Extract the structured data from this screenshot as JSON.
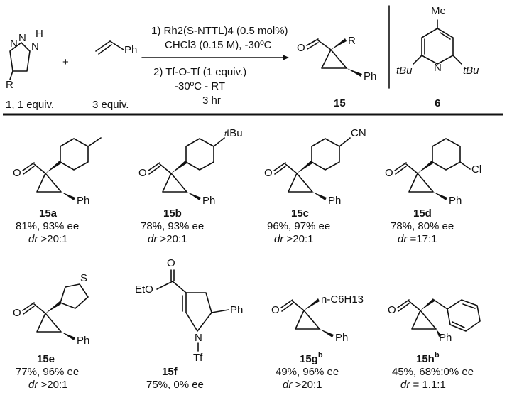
{
  "header": {
    "reactant1_label": "1",
    "reactant1_equiv": ", 1 equiv.",
    "reactant1_substituent": "R",
    "reactant2_equiv": "3 equiv.",
    "plus": "+",
    "step1_line1": "1) Rh2(S-NTTL)4 (0.5 mol%)",
    "step1_line2": "CHCl3 (0.15 M), -30ºC",
    "step2_line1": "2) Tf-O-Tf (1 equiv.)",
    "step2_line2": "-30ºC - RT",
    "step2_line3": "3 hr",
    "product_label": "15",
    "base_label": "6",
    "base_substituent_top": "Me",
    "base_substituent_left": "tBu",
    "base_substituent_right": "tBu"
  },
  "products": [
    {
      "label": "15a",
      "yield_ee": "81%, 93% ee",
      "dr": ">20:1"
    },
    {
      "label": "15b",
      "yield_ee": "78%, 93% ee",
      "dr": ">20:1",
      "substituent": "tBu"
    },
    {
      "label": "15c",
      "yield_ee": "96%, 97% ee",
      "dr": ">20:1",
      "substituent": "CN"
    },
    {
      "label": "15d",
      "yield_ee": "78%, 80% ee",
      "dr": "=17:1",
      "substituent": "Cl"
    },
    {
      "label": "15e",
      "yield_ee": "77%, 96% ee",
      "dr": ">20:1",
      "substituent": "S"
    },
    {
      "label": "15f",
      "yield_ee": "75%, 0% ee",
      "dr": ""
    },
    {
      "label": "15g",
      "sup": "b",
      "yield_ee": "49%, 96% ee",
      "dr": ">20:1",
      "substituent": "n-C6H13"
    },
    {
      "label": "15h",
      "sup": "b",
      "yield_ee": "45%, 68%:0% ee",
      "dr": "= 1.1:1"
    }
  ],
  "atoms": {
    "O": "O",
    "N": "N",
    "H": "H",
    "Ph": "Ph",
    "R": "R",
    "EtO": "EtO",
    "Tf": "Tf",
    "S": "S"
  }
}
